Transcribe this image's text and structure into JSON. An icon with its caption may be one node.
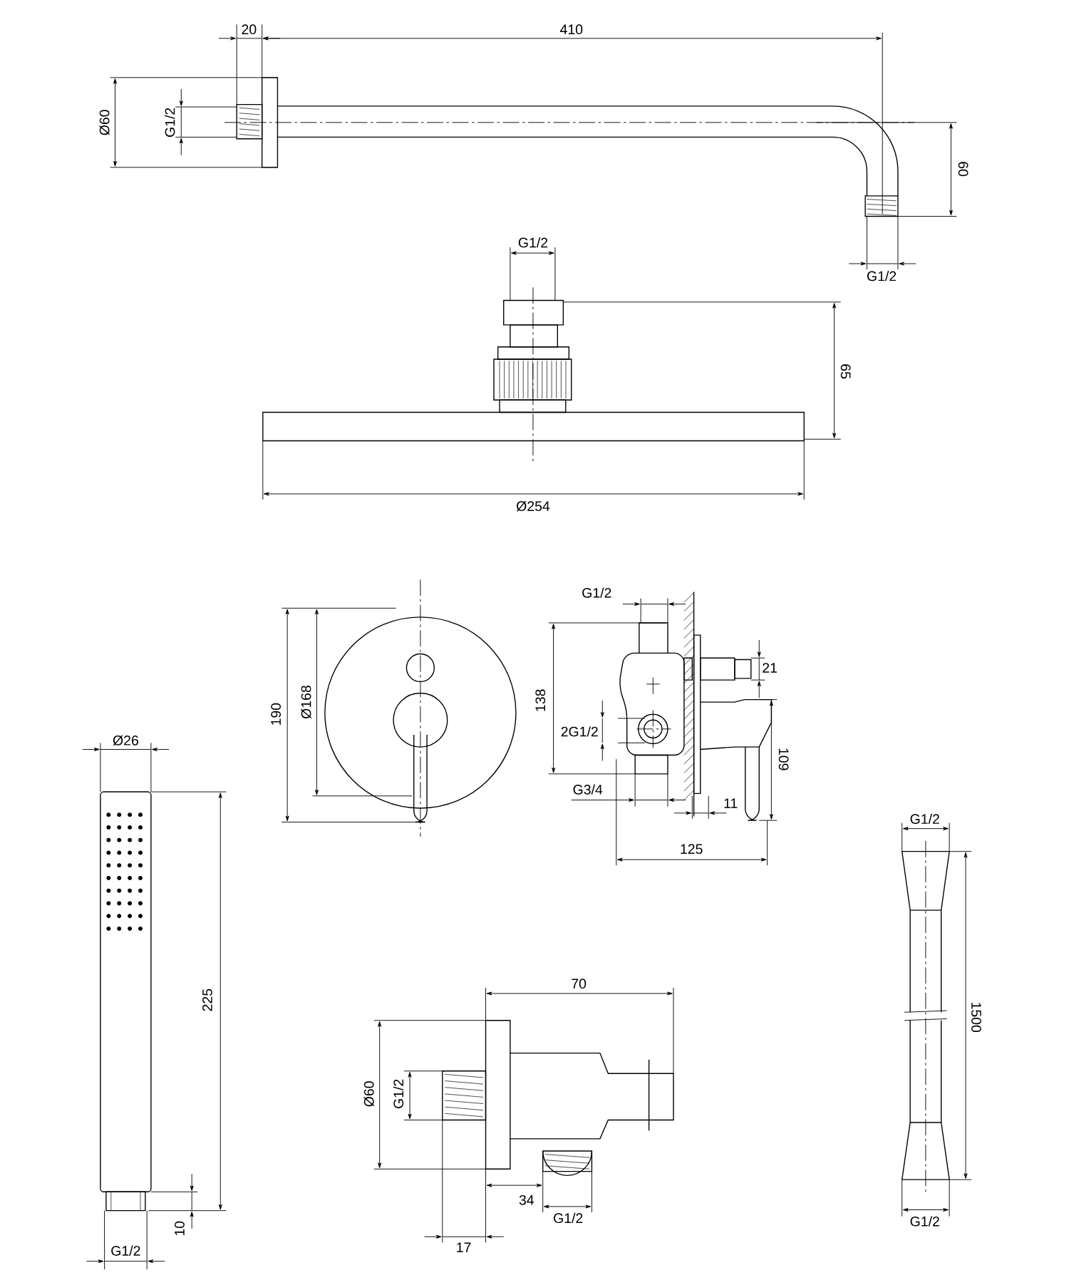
{
  "diagram": {
    "labels": [
      "20",
      "410",
      "Ø60",
      "G1/2",
      "60",
      "G1/2",
      "G1/2",
      "65",
      "Ø254",
      "G1/2",
      "190",
      "Ø168",
      "138",
      "21",
      "2G1/2",
      "109",
      "G3/4",
      "11",
      "125",
      "Ø26",
      "G1/2",
      "225",
      "1500",
      "70",
      "Ø60",
      "G1/2",
      "34",
      "G1/2",
      "10",
      "G1/2",
      "17",
      "G1/2"
    ]
  }
}
